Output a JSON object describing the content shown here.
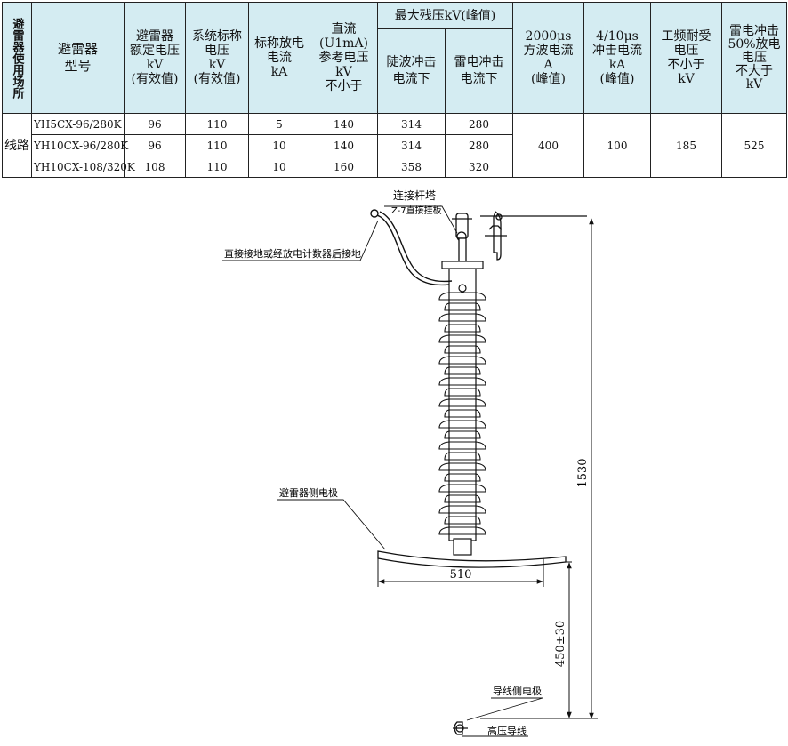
{
  "table": {
    "headers": {
      "usage": "避雷器使用场所",
      "model": "避雷器\n型号",
      "rated_voltage": "避雷器\n额定电压\nkV\n(有效值)",
      "system_voltage": "系统标称\n电压\nkV\n(有效值)",
      "nominal_discharge": "标称放电\n电流\nkA",
      "dc_reference": "直流\n(U1mA)\n参考电压\nkV\n不小于",
      "max_residual": "最大残压kV(峰值)",
      "steep_wave": "陡波冲击\n电流下",
      "lightning_impulse": "雷电冲击\n电流下",
      "square_wave": "2000μs\n方波电流\nA\n(峰值)",
      "impulse_4_10": "4/10μs\n冲击电流\nkA\n(峰值)",
      "power_freq": "工频耐受\n电压\n不小于\nkV",
      "lightning_50": "雷电冲击\n50%放电\n电压\n不大于\nkV"
    },
    "usage_value": "线路",
    "rows": [
      {
        "model": "YH5CX-96/280K",
        "rated": "96",
        "system": "110",
        "discharge": "5",
        "dc_ref": "140",
        "steep": "314",
        "lightning": "280"
      },
      {
        "model": "YH10CX-96/280K",
        "rated": "96",
        "system": "110",
        "discharge": "10",
        "dc_ref": "140",
        "steep": "314",
        "lightning": "280"
      },
      {
        "model": "YH10CX-108/320K",
        "rated": "108",
        "system": "110",
        "discharge": "10",
        "dc_ref": "160",
        "steep": "358",
        "lightning": "320"
      }
    ],
    "shared": {
      "square_wave": "400",
      "impulse_4_10": "100",
      "power_freq": "185",
      "lightning_50": "525"
    }
  },
  "drawing": {
    "label_tower": "连接杆塔",
    "label_plate": "Z-7直接挂板",
    "label_ground": "直接接地或经放电计数器后接地",
    "label_arrester_electrode": "避雷器侧电极",
    "label_wire_electrode": "导线侧电极",
    "label_hv_wire": "高压导线",
    "dim_height": "1530",
    "dim_width": "510",
    "dim_gap": "450±30"
  }
}
